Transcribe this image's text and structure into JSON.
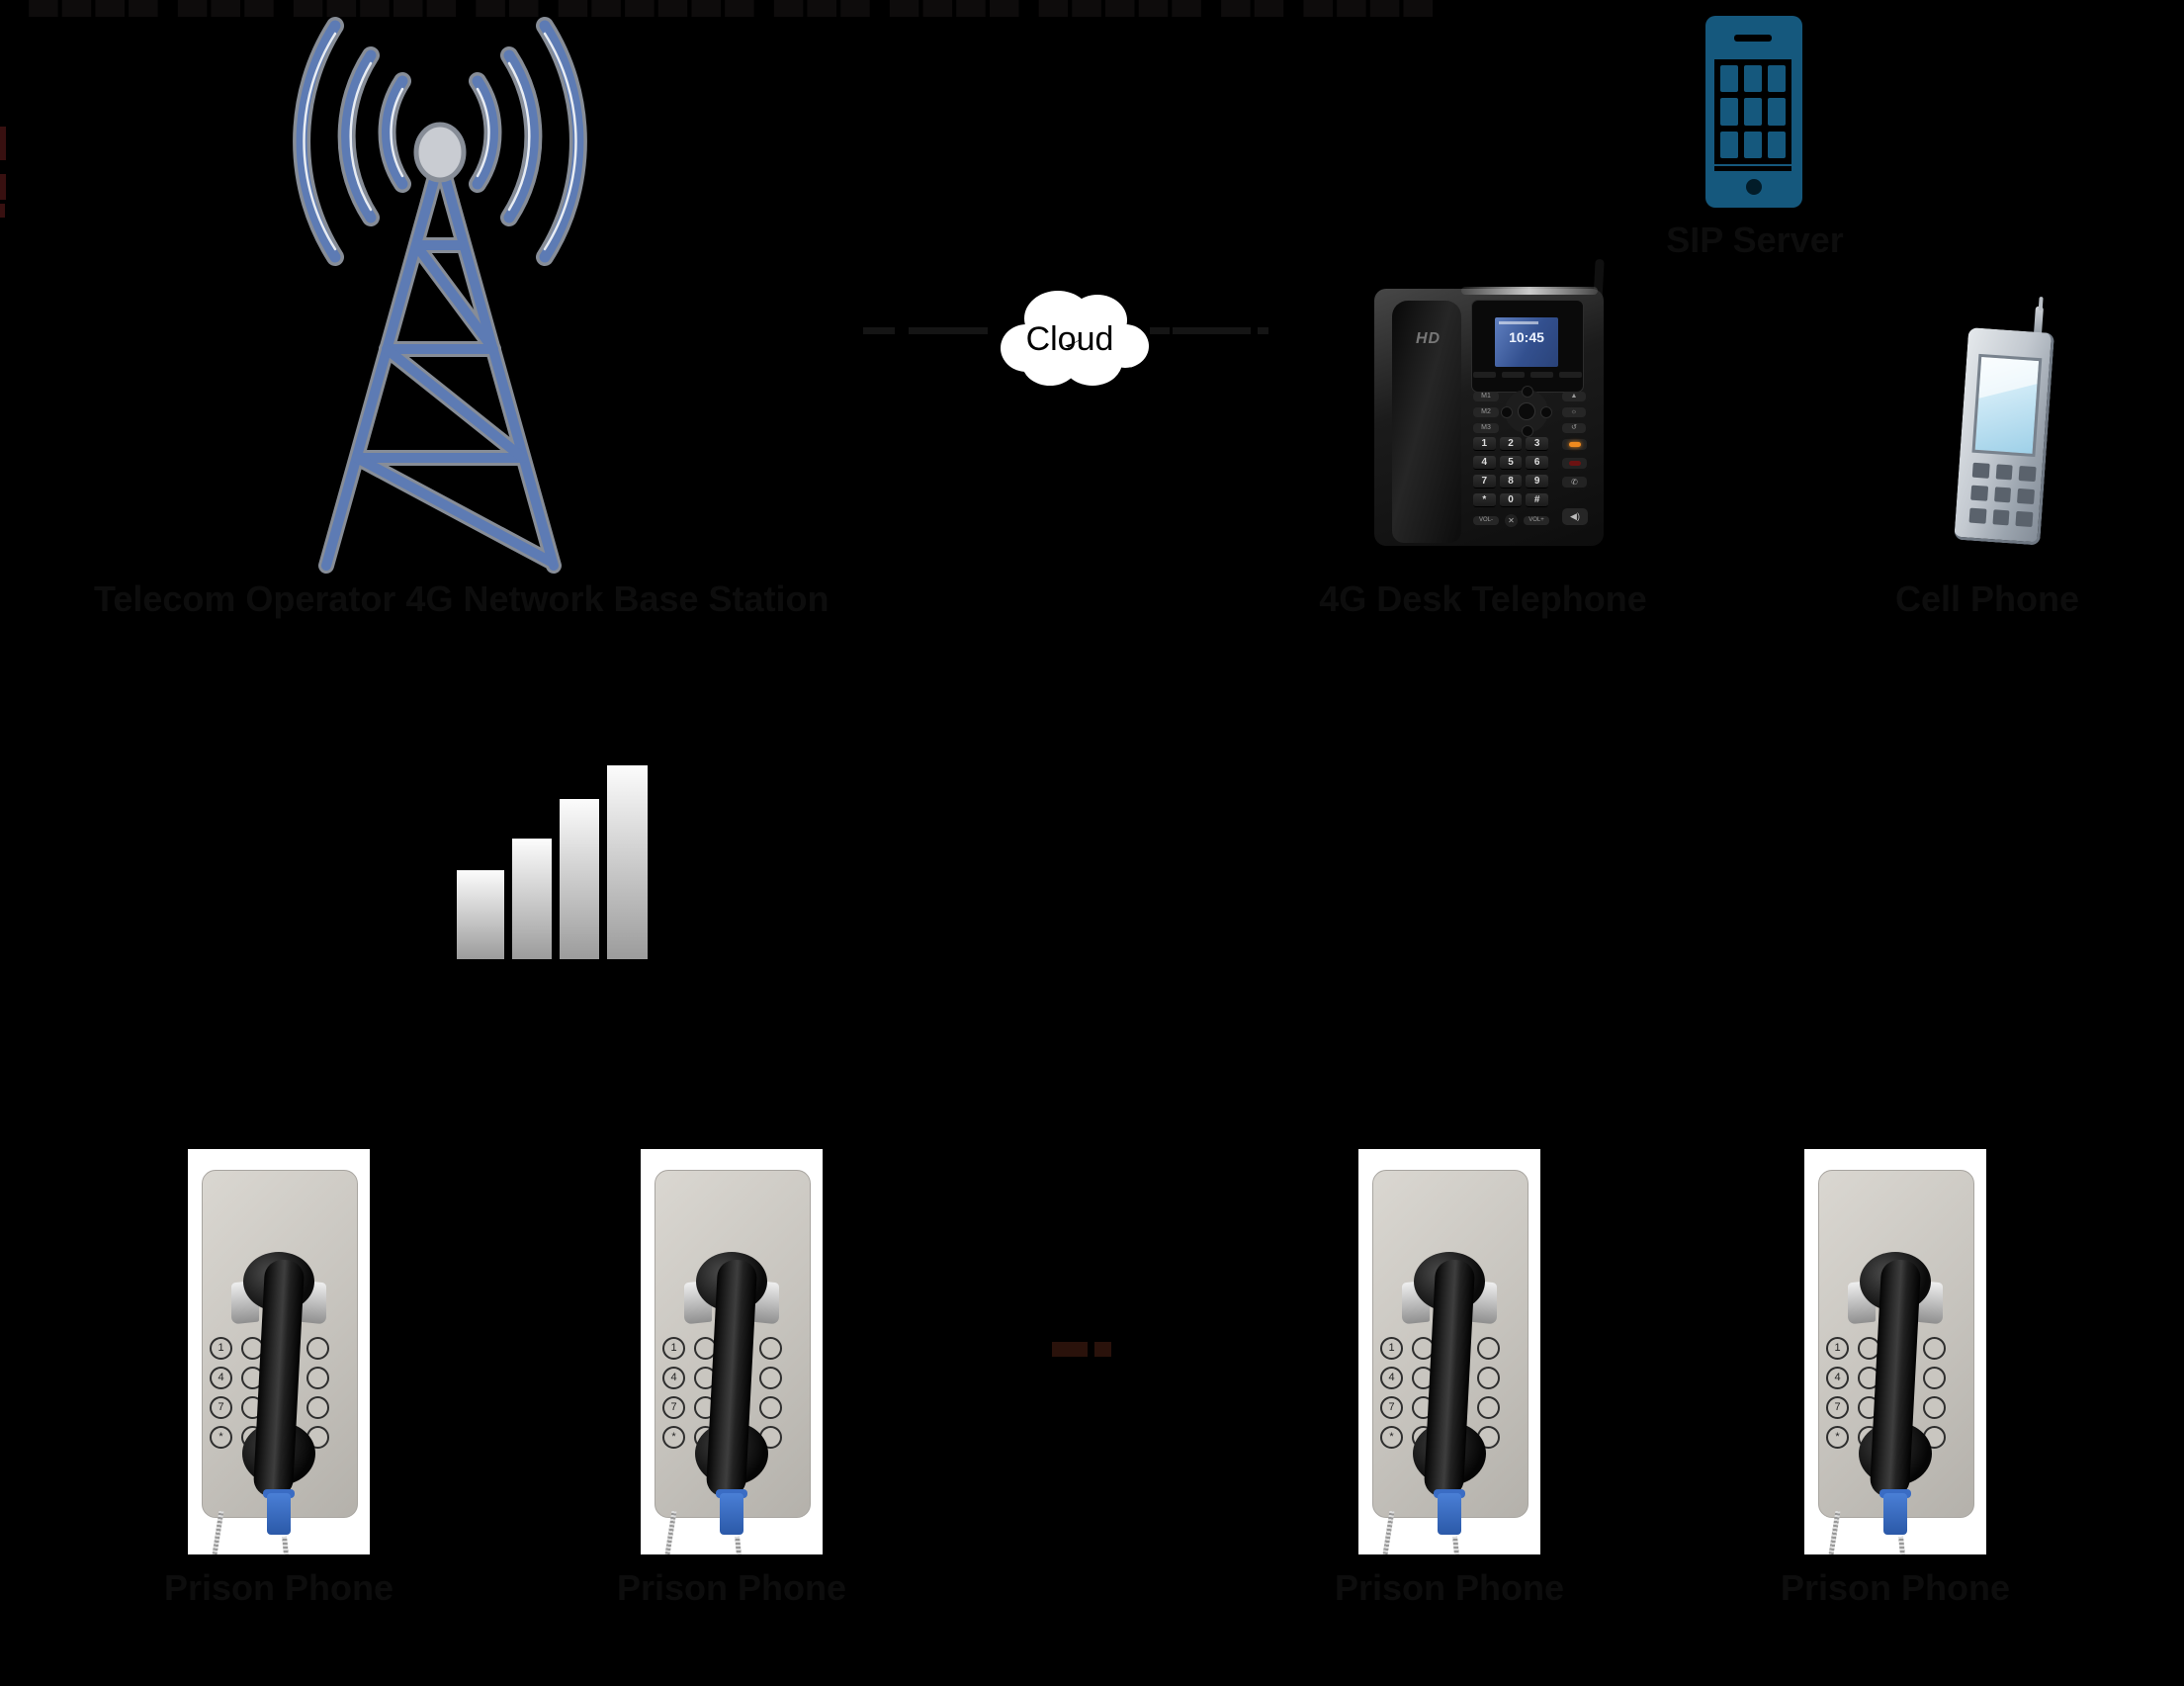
{
  "canvas": {
    "bg": "#000000"
  },
  "top_strip": {
    "clipped_text": "▇▇▇▇ ▇▇▇ ▇▇▇▇▇ ▇▇ ▇▇▇▇▇▇ ▇▇▇ ▇▇▇▇ ▇▇▇▇▇ ▇▇ ▇▇▇▇"
  },
  "base_station": {
    "label": "Telecom Operator 4G Network Base Station",
    "icon_color": "#5d7bb4"
  },
  "cloud": {
    "label": "Cloud"
  },
  "sip_server": {
    "label": "SIP Server",
    "icon_color": "#15587d"
  },
  "desk_phone": {
    "label": "4G Desk Telephone",
    "logo": "HD",
    "screen_time": "10:45",
    "m_keys": [
      "M1",
      "M2",
      "M3"
    ],
    "digit_keys": [
      "1",
      "2",
      "3",
      "4",
      "5",
      "6",
      "7",
      "8",
      "9",
      "*",
      "0",
      "#"
    ],
    "vol_minus": "VOL-",
    "vol_plus": "VOL+",
    "mute_glyph": "✕",
    "call_glyph": "✆",
    "speaker_glyph": "◀)"
  },
  "cell_phone": {
    "label": "Cell Phone"
  },
  "signal_icon": {
    "bars": 4
  },
  "prison_keypad": [
    "1",
    "4",
    "7",
    "*"
  ],
  "prison_phones": [
    {
      "label": "Prison Phone"
    },
    {
      "label": "Prison Phone"
    },
    {
      "label": "Prison Phone"
    },
    {
      "label": "Prison Phone"
    }
  ],
  "label_color": "#0d0d0d"
}
